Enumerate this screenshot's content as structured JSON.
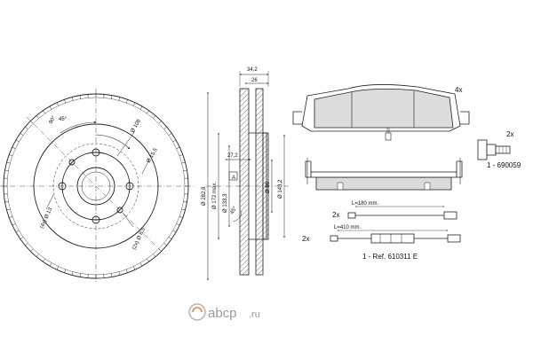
{
  "colors": {
    "line": "#222222",
    "hatch": "#555555",
    "pad": "#dcdcdc",
    "watermark": "#b8b8b8",
    "watermark_accent": "#e98a2e"
  },
  "disc": {
    "angle_90": "90°",
    "angle_45": "45°",
    "dia_108": "Ø 108",
    "dia_15_5": "Ø 15,5",
    "dia_13": "(4x) Ø 13",
    "dia_8_5": "(2x) Ø 8,5",
    "bolt_circle": "Ø 15,5"
  },
  "section": {
    "dim_34_2": "34,2",
    "dim_26": "26",
    "dim_27_2": "27,2",
    "dim_282_8": "Ø 282,8",
    "dim_172": "Ø 172 máx.",
    "dim_133_3": "Ø 133,3",
    "dim_66": "Ø 66",
    "dim_143_2": "Ø 143,2",
    "ref_a": "A",
    "dim_45": "45°"
  },
  "pads": {
    "qty_4x": "4x",
    "qty_2x_bolt": "2x",
    "bolt_ref": "1 - 690059",
    "qty_2x_sensor1": "2x",
    "sensor1_len": "L=180 mm.",
    "qty_2x_sensor2": "2x",
    "sensor2_len": "L=410 mm.",
    "sensor_ref": "1 - Ref. 610311 E"
  },
  "watermark": {
    "brand": "abcp",
    "tld": ".ru"
  }
}
